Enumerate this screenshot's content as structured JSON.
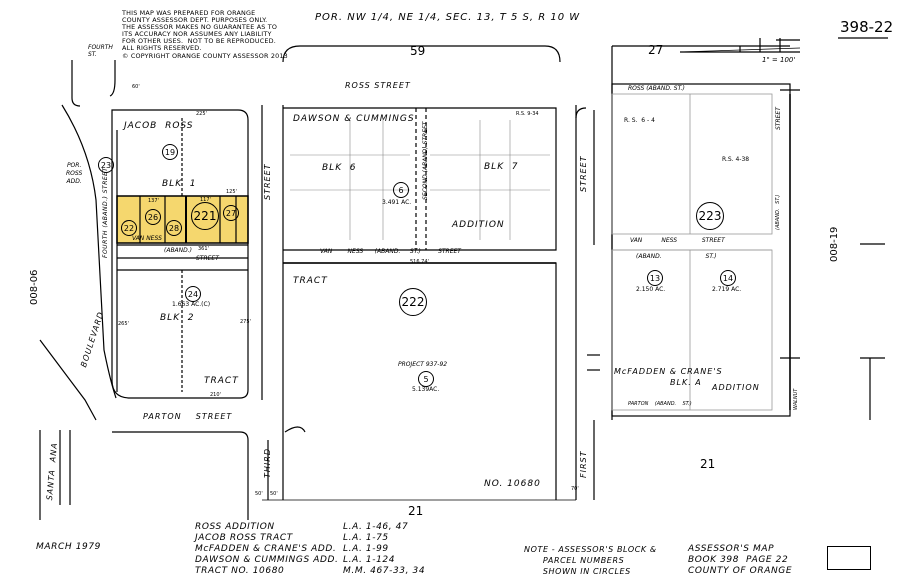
{
  "disclaimer": "THIS MAP WAS PREPARED FOR ORANGE\nCOUNTY ASSESSOR DEPT. PURPOSES ONLY.\nTHE ASSESSOR MAKES NO GUARANTEE AS TO\nITS ACCURACY NOR ASSUMES ANY LIABILITY\nFOR OTHER USES.  NOT TO BE REPRODUCED.\nALL RIGHTS RESERVED.\n© COPYRIGHT ORANGE COUNTY ASSESSOR 2013",
  "header_title": "POR. NW 1/4, NE 1/4, SEC. 13, T 5 S, R 10 W",
  "map_number": "398-22",
  "scale": "1\" = 100'",
  "adjacent_maps": {
    "left": "008-06",
    "right": "008-19"
  },
  "streets": {
    "ross": "ROSS      STREET",
    "ross_aband": "ROSS       (ABAND.    ST.)",
    "fourth_top": "FOURTH\nST.",
    "fourth_aband": "FOURTH (ABAND.) STREET",
    "third": "STREET",
    "third_lower": "THIRD",
    "second": "SECOND (ABAND) STREET",
    "first": "STREET",
    "first_lower": "FIRST",
    "van_ness_top": "VAN NESS",
    "van_ness_aband": "(ABAND.)",
    "van_ness_street": "STREET",
    "van_ness_mid": "VAN        NESS      (ABAND.     ST.)         STREET",
    "van_ness_right": "VAN          NESS             STREET",
    "van_ness_right_aband": "(ABAND.                       ST.)",
    "parton": "PARTON    STREET",
    "parton_right": "PARTON    (ABAND.    ST.)",
    "boulevard": "BOULEVARD",
    "santa_ana": "SANTA  ANA",
    "walnut": "WALNUT",
    "street_right": "STREET",
    "aband_right": "(ABAND.   ST.)"
  },
  "blocks": {
    "b59": "59",
    "b27": "27",
    "b21a": "21",
    "b21b": "21",
    "jacob_ross": "JACOB  ROSS",
    "blk1": "BLK  1",
    "blk2": "BLK  2",
    "tract": "TRACT",
    "dawson": "DAWSON & CUMMINGS",
    "blk6": "BLK  6",
    "blk7": "BLK  7",
    "addition": "ADDITION",
    "tract2": "TRACT",
    "no10680": "NO. 10680",
    "project": "PROJECT 937-92",
    "mcfadden": "McFADDEN & CRANE'S",
    "blka": "BLK. A",
    "addition2": "ADDITION",
    "por_ross": "POR.\nROSS\nADD."
  },
  "parcels": {
    "p19": "19",
    "p23": "23",
    "p22": "22",
    "p26": "26",
    "p28": "28",
    "p27": "27",
    "p221": "221",
    "p222": "222",
    "p223": "223",
    "p24": "24",
    "p6": "6",
    "p5": "5",
    "p13": "13",
    "p14": "14"
  },
  "areas": {
    "a6": "3.491 AC.",
    "a24": "1.663 AC.(C)",
    "a5": "5.139AC.",
    "a13": "2.150 AC.",
    "a14": "2.719 AC."
  },
  "rs": {
    "rs1": "R. S.  6 - 4",
    "rs2": "R.S. 4-38",
    "rs3": "R.S. 9-34"
  },
  "dims": {
    "d225": "225'",
    "d137": "137'",
    "d117": "117'",
    "d125": "125'",
    "d361": "361'",
    "d51674": "516.74'",
    "d265": "265'",
    "d275": "275'",
    "d210": "210'",
    "d50a": "50'",
    "d50b": "50'",
    "d70": "70'",
    "d60": "60'"
  },
  "date": "MARCH 1979",
  "legend_names": "ROSS ADDITION\nJACOB ROSS TRACT\nMcFADDEN & CRANE'S ADD.\nDAWSON & CUMMINGS ADD.\nTRACT NO. 10680",
  "legend_refs": "L.A. 1-46, 47\nL.A. 1-75\nL.A. 1-99\nL.A. 1-124\nM.M. 467-33, 34",
  "note": "NOTE - ASSESSOR'S BLOCK &\n      PARCEL NUMBERS\n      SHOWN IN CIRCLES",
  "book_info": "ASSESSOR'S MAP\nBOOK 398  PAGE 22\nCOUNTY OF ORANGE",
  "colors": {
    "highlight": "#f5d76e",
    "line": "#000000",
    "light": "#aaaaaa"
  }
}
